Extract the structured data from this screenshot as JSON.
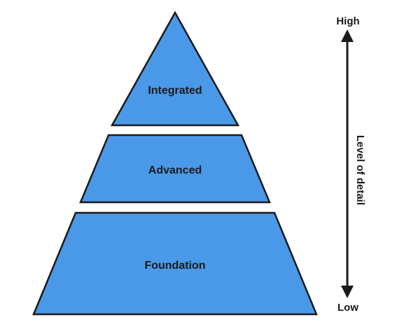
{
  "diagram": {
    "tiers": [
      {
        "id": "integrated",
        "label": "Integrated"
      },
      {
        "id": "advanced",
        "label": "Advanced"
      },
      {
        "id": "foundation",
        "label": "Foundation"
      }
    ],
    "axis": {
      "top_label": "High",
      "bottom_label": "Low",
      "title": "Level of detail"
    },
    "colors": {
      "tier_fill": "#4a98e8",
      "outline": "#1a1a1a"
    }
  }
}
